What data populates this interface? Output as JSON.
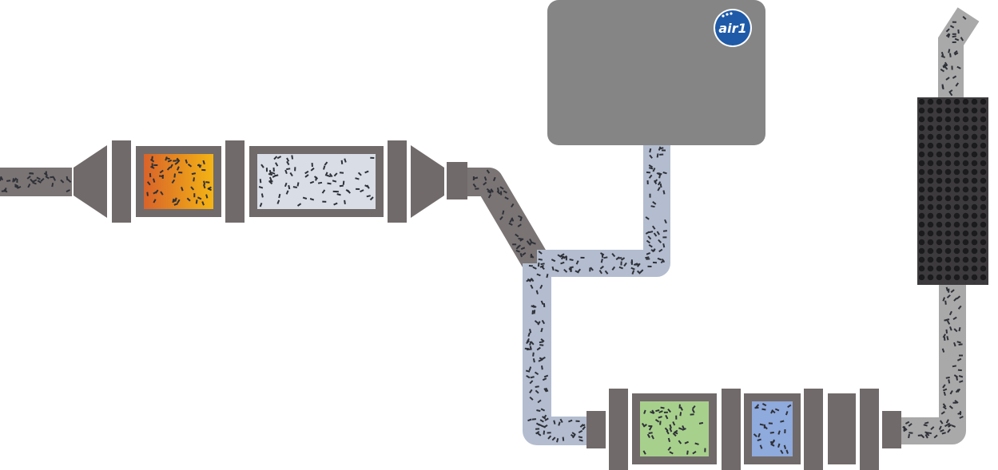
{
  "logo": {
    "text": "air1",
    "icon": "air1-logo",
    "color": "#1f5aa8"
  },
  "palette": {
    "component": "#716a6a",
    "tank": "#858585",
    "pipe_dark": "#7a7474",
    "pipe_blue": "#b3bdcf",
    "pipe_light": "#a9a9a9",
    "particle": "#2f3138",
    "doc_fill_start": "#d9632a",
    "doc_fill_end": "#f4b414",
    "dpf_fill": "#d8dde6",
    "scr_fill": "#a8d08d",
    "asc_fill": "#8faadc",
    "muffler": "#3c3a3c",
    "muffler_hole": "#1b1b1d"
  },
  "components": [
    "exhaust-inlet-pipe",
    "inlet-cone",
    "oxidation-catalyst",
    "particulate-filter",
    "outlet-cone",
    "adblue-tank",
    "adblue-feed-line",
    "scr-catalyst",
    "ammonia-slip-catalyst",
    "muffler",
    "tailpipe"
  ]
}
